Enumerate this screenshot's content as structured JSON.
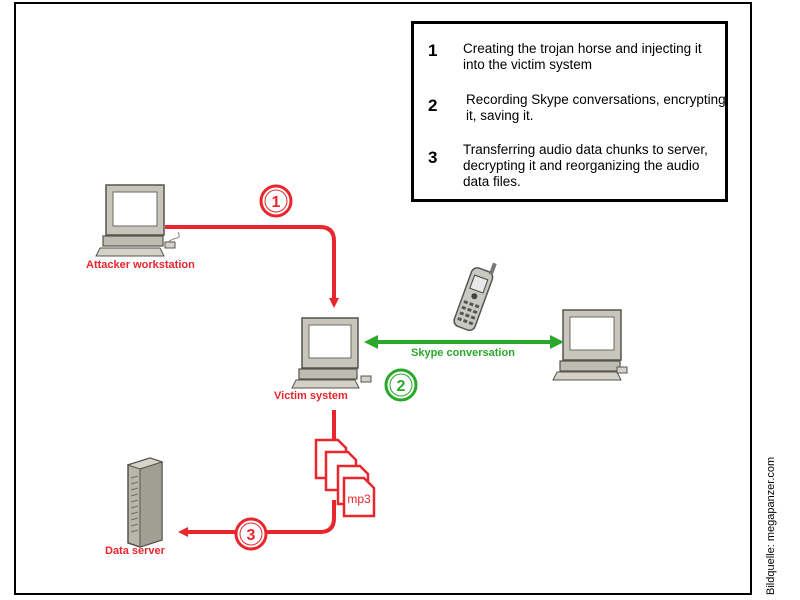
{
  "legend": {
    "items": [
      {
        "num": "1",
        "text": "Creating the trojan horse and injecting it into the victim system"
      },
      {
        "num": "2",
        "text": "Recording Skype conversations, encrypting it, saving it."
      },
      {
        "num": "3",
        "text": "Transferring audio data chunks to server, decrypting it and reorganizing the audio data files."
      }
    ]
  },
  "labels": {
    "attacker": "Attacker workstation",
    "victim": "Victim system",
    "data_server": "Data server",
    "skype": "Skype conversation",
    "mp3": "mp3"
  },
  "steps": {
    "one": "1",
    "two": "2",
    "three": "3"
  },
  "credit": "Bildquelle: megapanzer.com",
  "colors": {
    "red": "#e8262b",
    "green": "#2aa82a"
  }
}
